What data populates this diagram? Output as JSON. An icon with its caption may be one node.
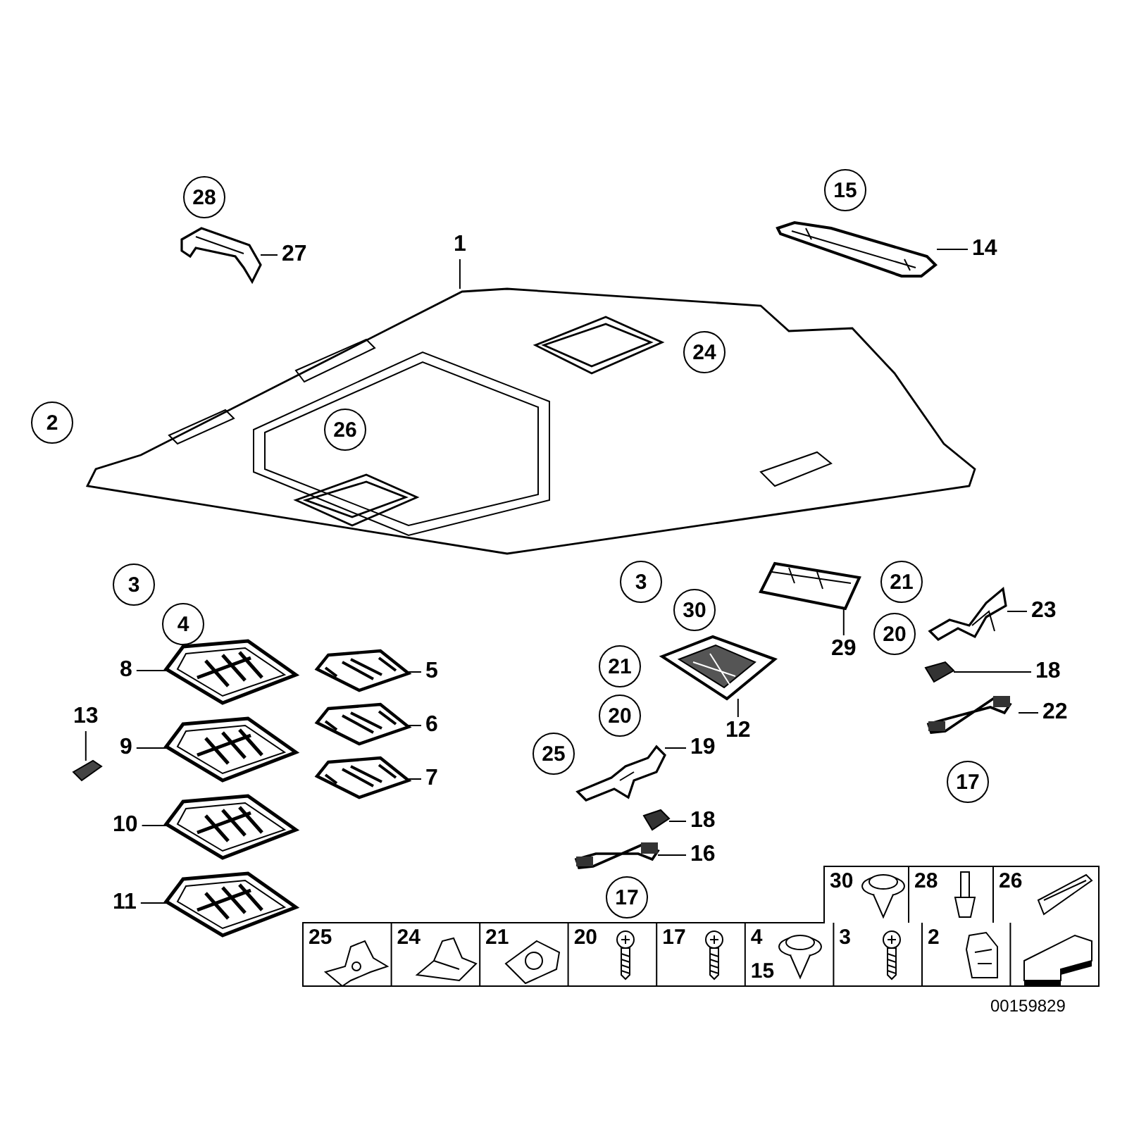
{
  "diagram": {
    "nodes": [
      {
        "text": [
          "28"
        ]
      },
      {
        "text": [
          "27"
        ]
      },
      {
        "text": [],
        "shape": "picture"
      },
      {
        "text": [
          "1"
        ]
      },
      {
        "text": [
          "15"
        ]
      },
      {
        "text": [
          "14"
        ]
      },
      {
        "text": [],
        "shape": "picture"
      },
      {
        "text": [],
        "shape": "picture"
      },
      {
        "text": [
          "24"
        ],
        "in": 7
      },
      {
        "text": [
          "26"
        ],
        "in": 7
      },
      {
        "text": [
          "2"
        ]
      },
      {
        "text": [
          "3"
        ]
      },
      {
        "text": [
          "4"
        ]
      },
      {
        "text": [
          "3"
        ]
      },
      {
        "text": [
          "30"
        ]
      },
      {
        "text": [],
        "shape": "picture"
      },
      {
        "text": [
          "29"
        ]
      },
      {
        "text": [
          "21"
        ]
      },
      {
        "text": [
          "20"
        ]
      },
      {
        "text": [],
        "shape": "picture"
      },
      {
        "text": [
          "23"
        ]
      },
      {
        "text": [
          "8"
        ]
      },
      {
        "text": [],
        "shape": "picture"
      },
      {
        "text": [
          "13"
        ]
      },
      {
        "text": [],
        "shape": "picture"
      },
      {
        "text": [
          "9"
        ]
      },
      {
        "text": [],
        "shape": "picture"
      },
      {
        "text": [],
        "shape": "picture"
      },
      {
        "text": [
          "5"
        ]
      },
      {
        "text": [],
        "shape": "picture"
      },
      {
        "text": [
          "6"
        ]
      },
      {
        "text": [],
        "shape": "picture"
      },
      {
        "text": [
          "7"
        ]
      },
      {
        "text": [
          "10"
        ]
      },
      {
        "text": [],
        "shape": "picture"
      },
      {
        "text": [
          "11"
        ]
      },
      {
        "text": [],
        "shape": "picture"
      },
      {
        "text": [],
        "shape": "picture"
      },
      {
        "text": [
          "12"
        ]
      },
      {
        "text": [
          "21"
        ]
      },
      {
        "text": [
          "20"
        ]
      },
      {
        "text": [
          "25"
        ]
      },
      {
        "text": [],
        "shape": "picture"
      },
      {
        "text": [
          "19"
        ]
      },
      {
        "text": [],
        "shape": "picture"
      },
      {
        "text": [
          "18"
        ]
      },
      {
        "text": [],
        "shape": "picture"
      },
      {
        "text": [
          "16"
        ]
      },
      {
        "text": [
          "17"
        ]
      },
      {
        "text": [],
        "shape": "picture"
      },
      {
        "text": [
          "18"
        ]
      },
      {
        "text": [],
        "shape": "picture"
      },
      {
        "text": [
          "22"
        ]
      },
      {
        "text": [
          "17"
        ]
      }
    ],
    "edges": [
      {
        "from": 1,
        "to": 2,
        "arrow": "none"
      },
      {
        "from": 3,
        "to": 7,
        "arrow": "none"
      },
      {
        "from": 5,
        "to": 6,
        "arrow": "none"
      },
      {
        "from": 16,
        "to": 15,
        "arrow": "none"
      },
      {
        "from": 20,
        "to": 19,
        "arrow": "none"
      },
      {
        "from": 21,
        "to": 22,
        "arrow": "none"
      },
      {
        "from": 23,
        "to": 24,
        "arrow": "none"
      },
      {
        "from": 25,
        "to": 26,
        "arrow": "none"
      },
      {
        "from": 28,
        "to": 27,
        "arrow": "none"
      },
      {
        "from": 30,
        "to": 29,
        "arrow": "none"
      },
      {
        "from": 32,
        "to": 31,
        "arrow": "none"
      },
      {
        "from": 33,
        "to": 34,
        "arrow": "none"
      },
      {
        "from": 35,
        "to": 36,
        "arrow": "none"
      },
      {
        "from": 38,
        "to": 37,
        "arrow": "none"
      },
      {
        "from": 43,
        "to": 42,
        "arrow": "none"
      },
      {
        "from": 45,
        "to": 44,
        "arrow": "none"
      },
      {
        "from": 47,
        "to": 46,
        "arrow": "none"
      },
      {
        "from": 50,
        "to": 49,
        "arrow": "none"
      },
      {
        "from": 52,
        "to": 51,
        "arrow": "none"
      }
    ],
    "labels": [
      "30",
      "28",
      "26",
      "25",
      "24",
      "21",
      "20",
      "17",
      "4",
      "15",
      "3",
      "2",
      "00159829"
    ]
  }
}
